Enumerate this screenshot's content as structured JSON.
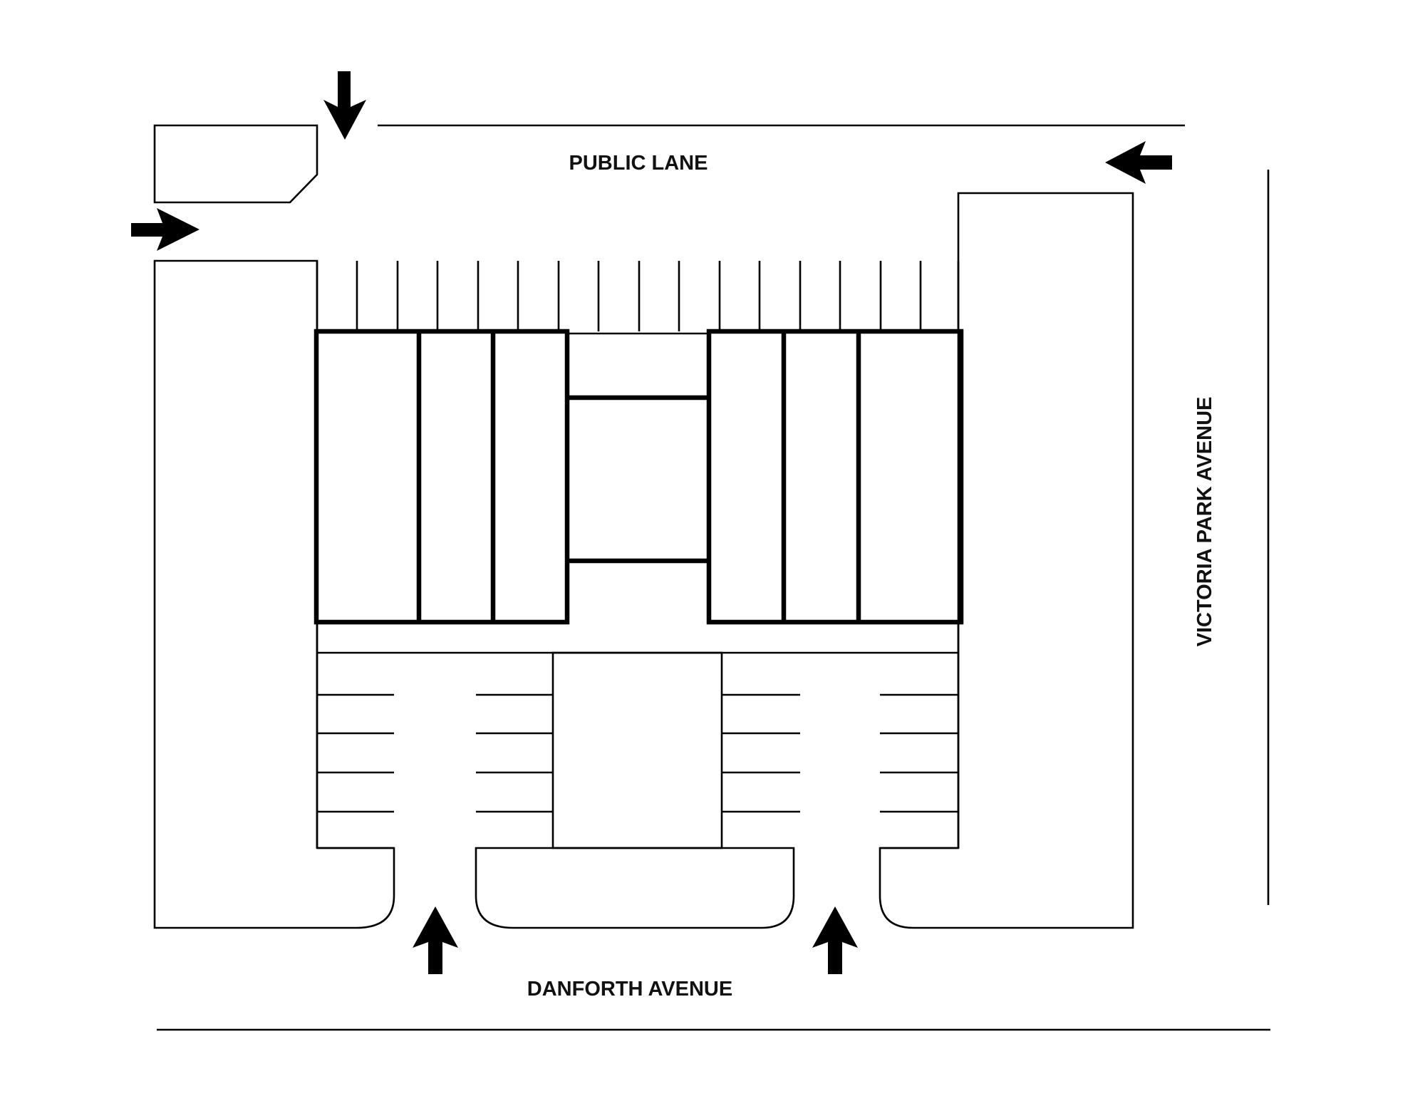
{
  "labels": {
    "top_street": "PUBLIC LANE",
    "bottom_street": "DANFORTH AVENUE",
    "right_street": "VICTORIA PARK AVENUE"
  },
  "legend_note": "",
  "colors": {
    "background": "#ffffff",
    "ink": "#000000"
  },
  "entrances": [
    {
      "name": "public-lane-entry-arrow",
      "direction": "down"
    },
    {
      "name": "west-entry-arrow",
      "direction": "right"
    },
    {
      "name": "east-lane-entry-arrow",
      "direction": "left"
    },
    {
      "name": "danforth-west-entry-arrow",
      "direction": "up"
    },
    {
      "name": "danforth-east-entry-arrow",
      "direction": "up"
    }
  ]
}
